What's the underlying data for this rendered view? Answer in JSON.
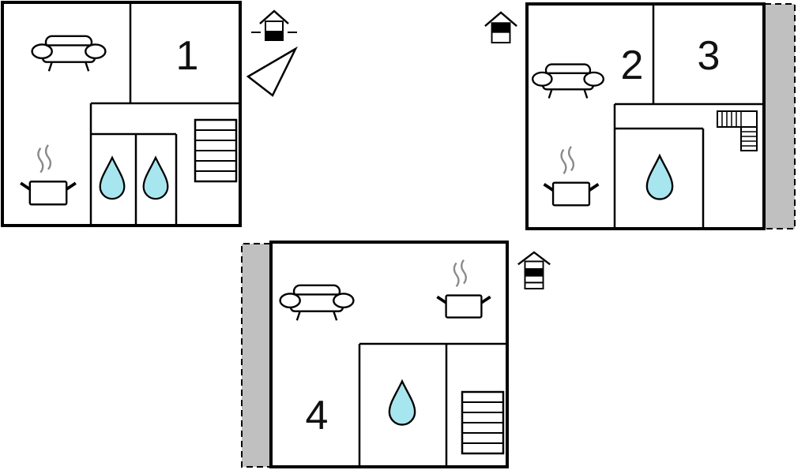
{
  "rooms": [
    {
      "number": "1"
    },
    {
      "number": "2"
    },
    {
      "number": "3"
    },
    {
      "number": "4"
    }
  ],
  "colors": {
    "wall": "#000000",
    "water": "#a8e6ef",
    "balcony": "#c0c0c0",
    "steam": "#8a8a8a"
  },
  "icons": [
    "sofa-icon",
    "bedroom-number",
    "kitchen-pot-icon",
    "bathroom-water-drop-icon",
    "staircase-icon",
    "floor-level-house-icon",
    "compass-north-arrow-icon",
    "balcony-terrace"
  ]
}
